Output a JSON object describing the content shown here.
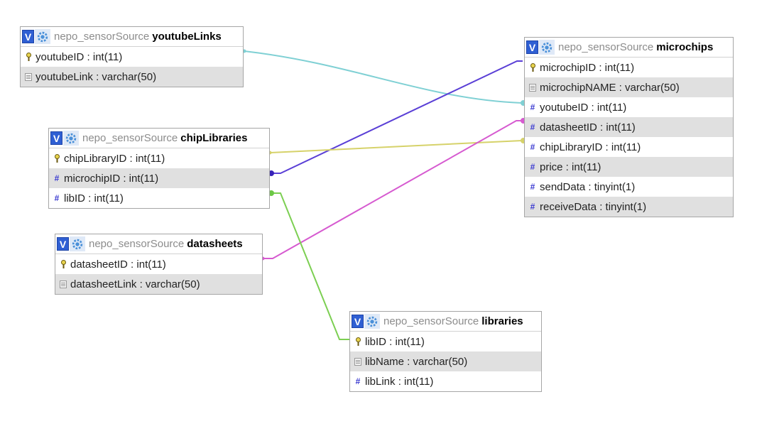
{
  "colors": {
    "header_v": "#2f5fd3",
    "alt_row": "#e0e0e0",
    "link_youtube": "#7fd0d4",
    "link_microchip": "#5a3fd6",
    "link_chiplibrary": "#d6d26a",
    "link_datasheet": "#d65ad0",
    "link_lib": "#7ccf52"
  },
  "tables": {
    "youtubeLinks": {
      "schema": "nepo_sensorSource",
      "name": "youtubeLinks",
      "columns": [
        {
          "text": "youtubeID : int(11)",
          "icon": "key-icon"
        },
        {
          "text": "youtubeLink : varchar(50)",
          "icon": "text-field-icon"
        }
      ]
    },
    "chipLibraries": {
      "schema": "nepo_sensorSource",
      "name": "chipLibraries",
      "columns": [
        {
          "text": "chipLibraryID : int(11)",
          "icon": "key-icon"
        },
        {
          "text": "microchipID : int(11)",
          "icon": "numeric-icon"
        },
        {
          "text": "libID : int(11)",
          "icon": "numeric-icon"
        }
      ]
    },
    "datasheets": {
      "schema": "nepo_sensorSource",
      "name": "datasheets",
      "columns": [
        {
          "text": "datasheetID : int(11)",
          "icon": "key-icon"
        },
        {
          "text": "datasheetLink : varchar(50)",
          "icon": "text-field-icon"
        }
      ]
    },
    "libraries": {
      "schema": "nepo_sensorSource",
      "name": "libraries",
      "columns": [
        {
          "text": "libID : int(11)",
          "icon": "key-icon"
        },
        {
          "text": "libName : varchar(50)",
          "icon": "text-field-icon"
        },
        {
          "text": "libLink : int(11)",
          "icon": "numeric-icon"
        }
      ]
    },
    "microchips": {
      "schema": "nepo_sensorSource",
      "name": "microchips",
      "columns": [
        {
          "text": "microchipID : int(11)",
          "icon": "key-icon"
        },
        {
          "text": "microchipNAME : varchar(50)",
          "icon": "text-field-icon"
        },
        {
          "text": "youtubeID : int(11)",
          "icon": "numeric-icon"
        },
        {
          "text": "datasheetID : int(11)",
          "icon": "numeric-icon"
        },
        {
          "text": "chipLibraryID : int(11)",
          "icon": "numeric-icon"
        },
        {
          "text": "price : int(11)",
          "icon": "numeric-icon"
        },
        {
          "text": "sendData : tinyint(1)",
          "icon": "numeric-icon"
        },
        {
          "text": "receiveData : tinyint(1)",
          "icon": "numeric-icon"
        }
      ]
    }
  },
  "header_button": {
    "v_label": "V"
  }
}
